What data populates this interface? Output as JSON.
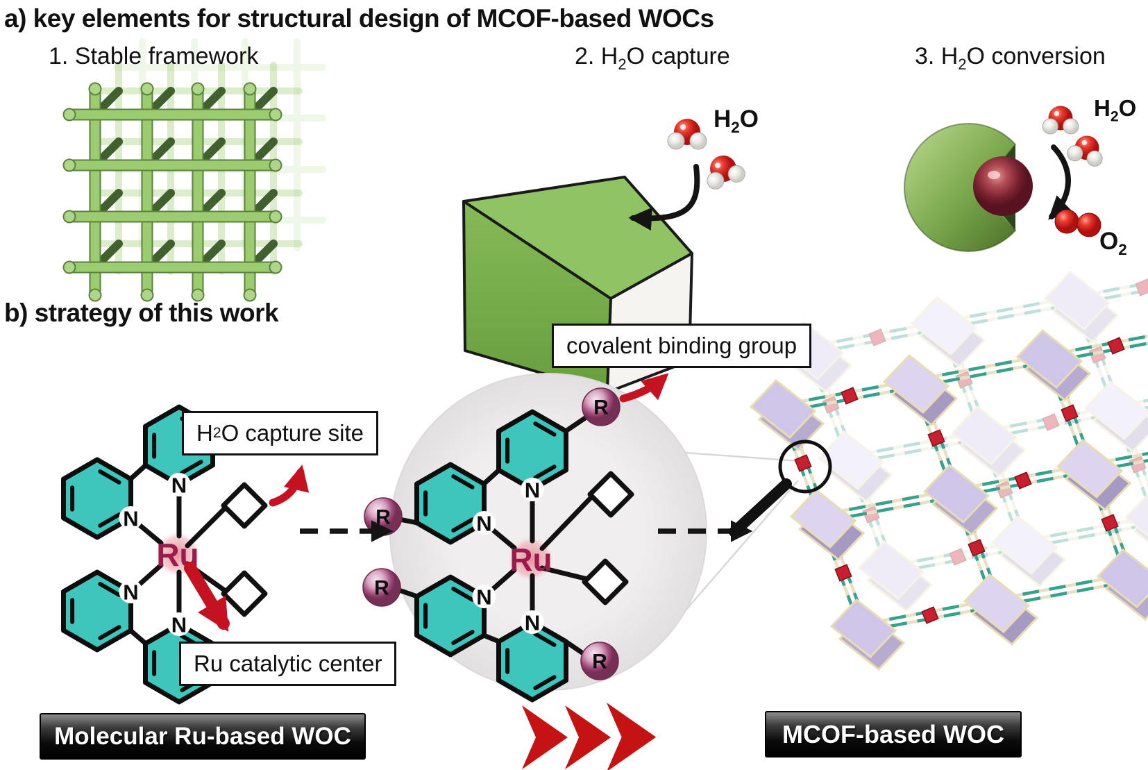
{
  "figure": {
    "panel_a": {
      "title": "a) key elements for structural design of MCOF-based WOCs",
      "item1": {
        "pre": "1. Stable framework",
        "sub": "",
        "post": ""
      },
      "item2": {
        "pre": "2. H",
        "sub": "2",
        "post": "O capture"
      },
      "item3": {
        "pre": "3. H",
        "sub": "2",
        "post": "O conversion"
      }
    },
    "panel_b": {
      "title": "b) strategy of this work",
      "capture_site_label": {
        "pre": "H",
        "sub": "2",
        "post": "O capture site"
      },
      "catalytic_label": "Ru catalytic center",
      "covalent_label": "covalent binding group",
      "left_bar": "Molecular Ru-based WOC",
      "right_bar": "MCOF-based WOC"
    },
    "labels": {
      "water": {
        "pre": "H",
        "sub": "2",
        "post": "O"
      },
      "oxygen": {
        "pre": "O",
        "sub": "2",
        "post": ""
      }
    },
    "atoms": {
      "ru": "Ru",
      "n": "N",
      "r": "R"
    },
    "colors": {
      "ring_teal": "#3fc6bc",
      "outline": "#111111",
      "ru_text": "#9b1b4d",
      "rod_green": "#9ccc70",
      "rod_edge": "#5c8040",
      "stub_green": "#40602e",
      "prism_top": "#90c364",
      "prism_front": "#7cb24e",
      "prism_end": "#f5f4f0",
      "crescent_inner": "#2d451c",
      "red_accent": "#c41220",
      "chevron_red": "#c51313",
      "gray_circle": "#ebe8e9",
      "node_light": "#d9d0ec",
      "node_dark": "#a99ac4",
      "node_border": "#e8dcb4",
      "linker_teal": "#36a18d",
      "linker_cream": "#e9e0c2",
      "cube_red": "#c8202e"
    }
  }
}
